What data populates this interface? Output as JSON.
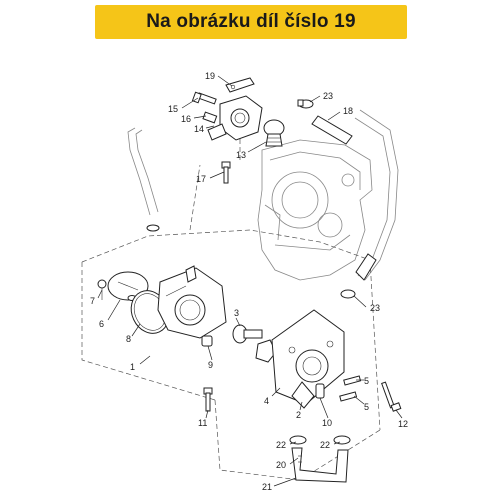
{
  "banner": {
    "title": "Na obrázku díl číslo 19",
    "color": "#f5c518"
  },
  "callouts": [
    {
      "id": "19",
      "label": "19"
    },
    {
      "id": "23a",
      "label": "23"
    },
    {
      "id": "15",
      "label": "15"
    },
    {
      "id": "18",
      "label": "18"
    },
    {
      "id": "16",
      "label": "16"
    },
    {
      "id": "14",
      "label": "14"
    },
    {
      "id": "13",
      "label": "13"
    },
    {
      "id": "17",
      "label": "17"
    },
    {
      "id": "23b",
      "label": "23"
    },
    {
      "id": "7",
      "label": "7"
    },
    {
      "id": "6",
      "label": "6"
    },
    {
      "id": "3",
      "label": "3"
    },
    {
      "id": "8",
      "label": "8"
    },
    {
      "id": "9",
      "label": "9"
    },
    {
      "id": "1",
      "label": "1"
    },
    {
      "id": "4",
      "label": "4"
    },
    {
      "id": "5a",
      "label": "5"
    },
    {
      "id": "2",
      "label": "2"
    },
    {
      "id": "10",
      "label": "10"
    },
    {
      "id": "5b",
      "label": "5"
    },
    {
      "id": "11",
      "label": "11"
    },
    {
      "id": "12",
      "label": "12"
    },
    {
      "id": "22a",
      "label": "22"
    },
    {
      "id": "22b",
      "label": "22"
    },
    {
      "id": "20",
      "label": "20"
    },
    {
      "id": "21",
      "label": "21"
    }
  ]
}
